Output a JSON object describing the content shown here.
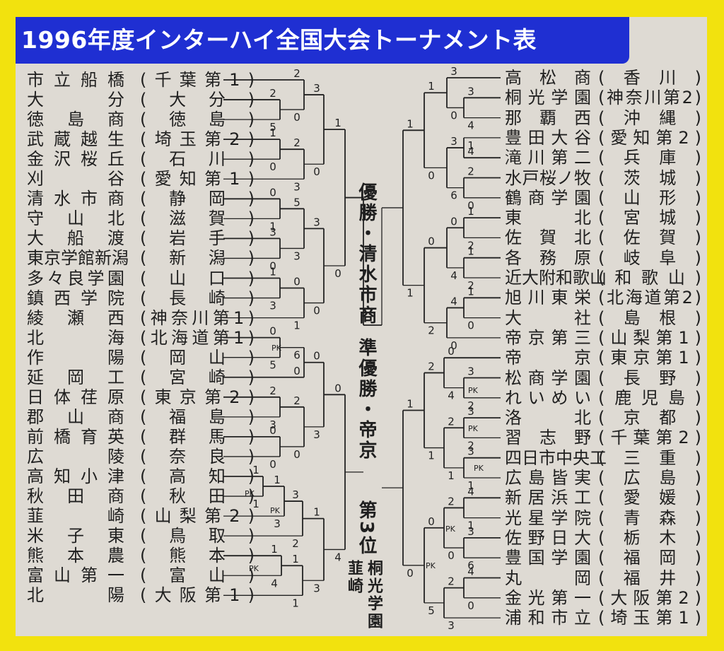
{
  "title": "1996年度インターハイ全国大会トーナメント表",
  "left_teams": [
    {
      "name": "市立船橋",
      "pref": "(千葉第1)"
    },
    {
      "name": "大分",
      "pref": "(大分)"
    },
    {
      "name": "徳島商",
      "pref": "(徳島)"
    },
    {
      "name": "武蔵越生",
      "pref": "(埼玉第2)"
    },
    {
      "name": "金沢桜丘",
      "pref": "(石川)"
    },
    {
      "name": "刈谷",
      "pref": "(愛知第1)"
    },
    {
      "name": "清水市商",
      "pref": "(静岡)"
    },
    {
      "name": "守山北",
      "pref": "(滋賀)"
    },
    {
      "name": "大船渡",
      "pref": "(岩手)"
    },
    {
      "name": "東京学館新潟",
      "pref": "(新潟)"
    },
    {
      "name": "多々良学園",
      "pref": "(山口)"
    },
    {
      "name": "鎮西学院",
      "pref": "(長崎)"
    },
    {
      "name": "綾瀬西",
      "pref": "(神奈川第1)"
    },
    {
      "name": "北海",
      "pref": "(北海道第1)"
    },
    {
      "name": "作陽",
      "pref": "(岡山)"
    },
    {
      "name": "延岡工",
      "pref": "(宮崎)"
    },
    {
      "name": "日体荏原",
      "pref": "(東京第2)"
    },
    {
      "name": "郡山商",
      "pref": "(福島)"
    },
    {
      "name": "前橋育英",
      "pref": "(群馬)"
    },
    {
      "name": "広陵",
      "pref": "(奈良)"
    },
    {
      "name": "高知小津",
      "pref": "(高知)"
    },
    {
      "name": "秋田商",
      "pref": "(秋田)"
    },
    {
      "name": "韮崎",
      "pref": "(山梨第2)"
    },
    {
      "name": "米子東",
      "pref": "(鳥取)"
    },
    {
      "name": "熊本農",
      "pref": "(熊本)"
    },
    {
      "name": "富山第一",
      "pref": "(富山)"
    },
    {
      "name": "北陽",
      "pref": "(大阪第1)"
    }
  ],
  "right_teams": [
    {
      "name": "高松商",
      "pref": "(香川)"
    },
    {
      "name": "桐光学園",
      "pref": "(神奈川第2)"
    },
    {
      "name": "那覇西",
      "pref": "(沖縄)"
    },
    {
      "name": "豊田大谷",
      "pref": "(愛知第2)"
    },
    {
      "name": "滝川第二",
      "pref": "(兵庫)"
    },
    {
      "name": "水戸桜ノ牧",
      "pref": "(茨城)"
    },
    {
      "name": "鶴商学園",
      "pref": "(山形)"
    },
    {
      "name": "東北",
      "pref": "(宮城)"
    },
    {
      "name": "佐賀北",
      "pref": "(佐賀)"
    },
    {
      "name": "各務原",
      "pref": "(岐阜)"
    },
    {
      "name": "近大附和歌山",
      "pref": "(和歌山)"
    },
    {
      "name": "旭川東栄",
      "pref": "(北海道第2)"
    },
    {
      "name": "大社",
      "pref": "(島根)"
    },
    {
      "name": "帝京第三",
      "pref": "(山梨第1)"
    },
    {
      "name": "帝京",
      "pref": "(東京第1)"
    },
    {
      "name": "松商学園",
      "pref": "(長野)"
    },
    {
      "name": "れいめい",
      "pref": "(鹿児島)"
    },
    {
      "name": "洛北",
      "pref": "(京都)"
    },
    {
      "name": "習志野",
      "pref": "(千葉第2)"
    },
    {
      "name": "四日市中央工",
      "pref": "(三重)"
    },
    {
      "name": "広島皆実",
      "pref": "(広島)"
    },
    {
      "name": "新居浜工",
      "pref": "(愛媛)"
    },
    {
      "name": "光星学院",
      "pref": "(青森)"
    },
    {
      "name": "佐野日大",
      "pref": "(栃木)"
    },
    {
      "name": "豊国学園",
      "pref": "(福岡)"
    },
    {
      "name": "丸岡",
      "pref": "(福井)"
    },
    {
      "name": "金光第一",
      "pref": "(大阪第2)"
    },
    {
      "name": "浦和市立",
      "pref": "(埼玉第1)"
    }
  ],
  "results": {
    "champion": "優勝・清水市商",
    "runner_up": "準優勝・帝京",
    "third_label": "第3位",
    "third_a": "桐光学園",
    "third_b": "韮崎"
  },
  "pk_label": "PK",
  "scores": [
    "2",
    "5",
    "2",
    "0",
    "1",
    "0",
    "2",
    "3",
    "3",
    "0",
    "0",
    "1",
    "3",
    "0",
    "5",
    "3",
    "1",
    "3",
    "0",
    "1",
    "3",
    "0",
    "1",
    "0",
    "0",
    "5",
    "0",
    "6",
    "2",
    "3",
    "0",
    "0",
    "2",
    "0",
    "0",
    "3",
    "1",
    "1",
    "1",
    "3",
    "1",
    "4",
    "3",
    "2",
    "1",
    "1",
    "1",
    "3",
    "0",
    "4",
    "3",
    "4",
    "3",
    "0",
    "4",
    "1",
    "2",
    "0",
    "3",
    "6",
    "1",
    "0",
    "1",
    "2",
    "1",
    "2",
    "0",
    "4",
    "1",
    "0",
    "4",
    "0",
    "0",
    "2",
    "1",
    "1",
    "3",
    "2",
    "0",
    "4",
    "3",
    "2",
    "3",
    "1",
    "2",
    "1",
    "2",
    "1",
    "4",
    "1",
    "3",
    "6",
    "2",
    "0",
    "4",
    "0",
    "2",
    "3",
    "0",
    "5",
    "1",
    "0",
    "4",
    "1",
    "3",
    "1",
    "2",
    "0",
    "1",
    "4",
    "1",
    "2",
    "0"
  ]
}
